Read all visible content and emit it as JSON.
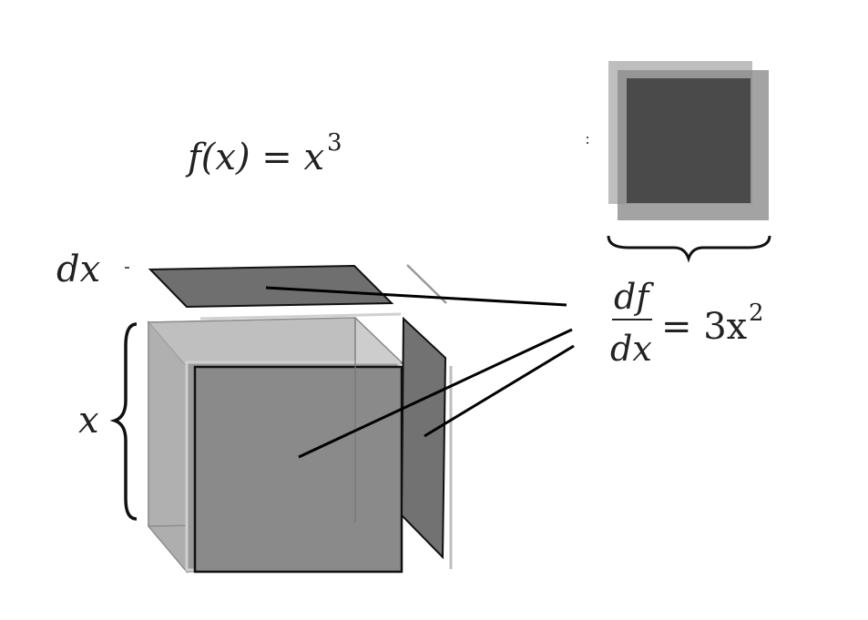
{
  "equations": {
    "function": {
      "lhs": "f(x) = x",
      "exponent": "3"
    },
    "derivative": {
      "numerator": "df",
      "denominator": "dx",
      "rhs": "= 3x",
      "exponent": "2"
    }
  },
  "labels": {
    "dx": "dx",
    "x": "x"
  },
  "colors": {
    "background": "#ffffff",
    "ink": "#111111",
    "slab_face": "#6f6f6f",
    "slab_dark": "#4a4a4a",
    "cube_body": "#bdbdbd",
    "layer_light": "#a6a6a6"
  }
}
